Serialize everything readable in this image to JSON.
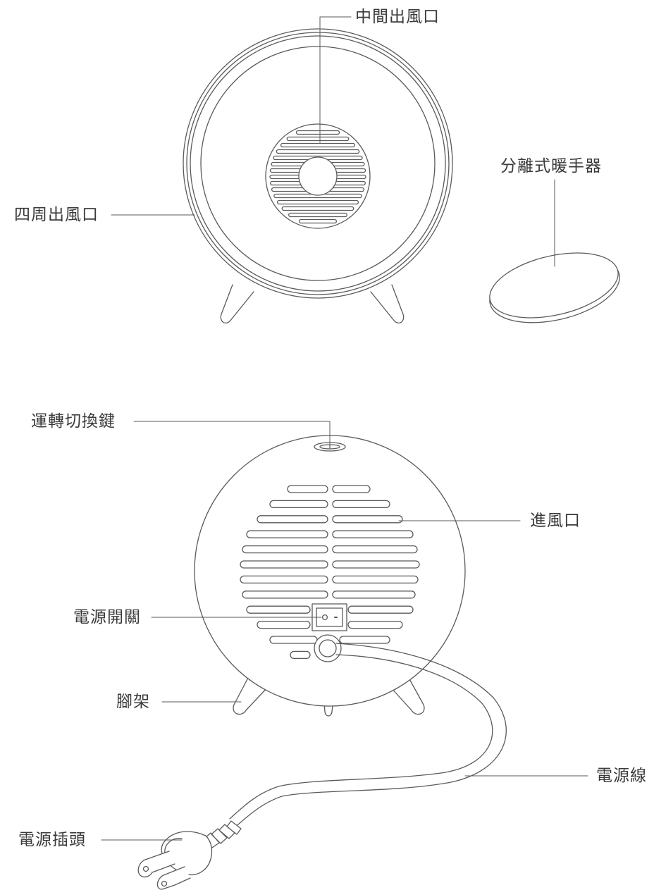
{
  "labels": {
    "center_outlet": "中間出風口",
    "surround_outlet": "四周出風口",
    "hand_warmer": "分離式暖手器",
    "mode_switch": "運轉切換鍵",
    "air_inlet": "進風口",
    "power_switch": "電源開關",
    "stand": "腳架",
    "power_cord": "電源線",
    "power_plug": "電源插頭"
  },
  "colors": {
    "line": "#5a5a5a",
    "text": "#3a3a3a",
    "background": "#ffffff"
  }
}
